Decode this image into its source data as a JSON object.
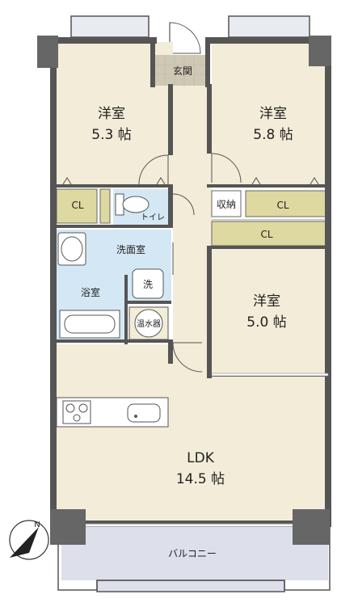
{
  "rooms": {
    "bedroom_nw": {
      "name": "洋室",
      "size": "5.3 帖"
    },
    "bedroom_ne": {
      "name": "洋室",
      "size": "5.8 帖"
    },
    "bedroom_e": {
      "name": "洋室",
      "size": "5.0 帖"
    },
    "ldk": {
      "name": "LDK",
      "size": "14.5 帖"
    }
  },
  "labels": {
    "entrance": "玄関",
    "closet_1": "CL",
    "closet_2": "CL",
    "closet_3": "CL",
    "toilet": "トイレ",
    "storage": "収納",
    "washroom": "洗面室",
    "laundry": "洗",
    "bathroom": "浴室",
    "water_heater": "温水器",
    "balcony": "バルコニー"
  },
  "compass": {
    "north_label": "N"
  },
  "colors": {
    "wall": "#555555",
    "wall_dark": "#666666",
    "floor": "#f2ecd8",
    "wet_area": "#d4e7f4",
    "closet": "#ddd9a0",
    "balcony": "#dde0ea",
    "entrance_tile": "#cfc8b4"
  }
}
